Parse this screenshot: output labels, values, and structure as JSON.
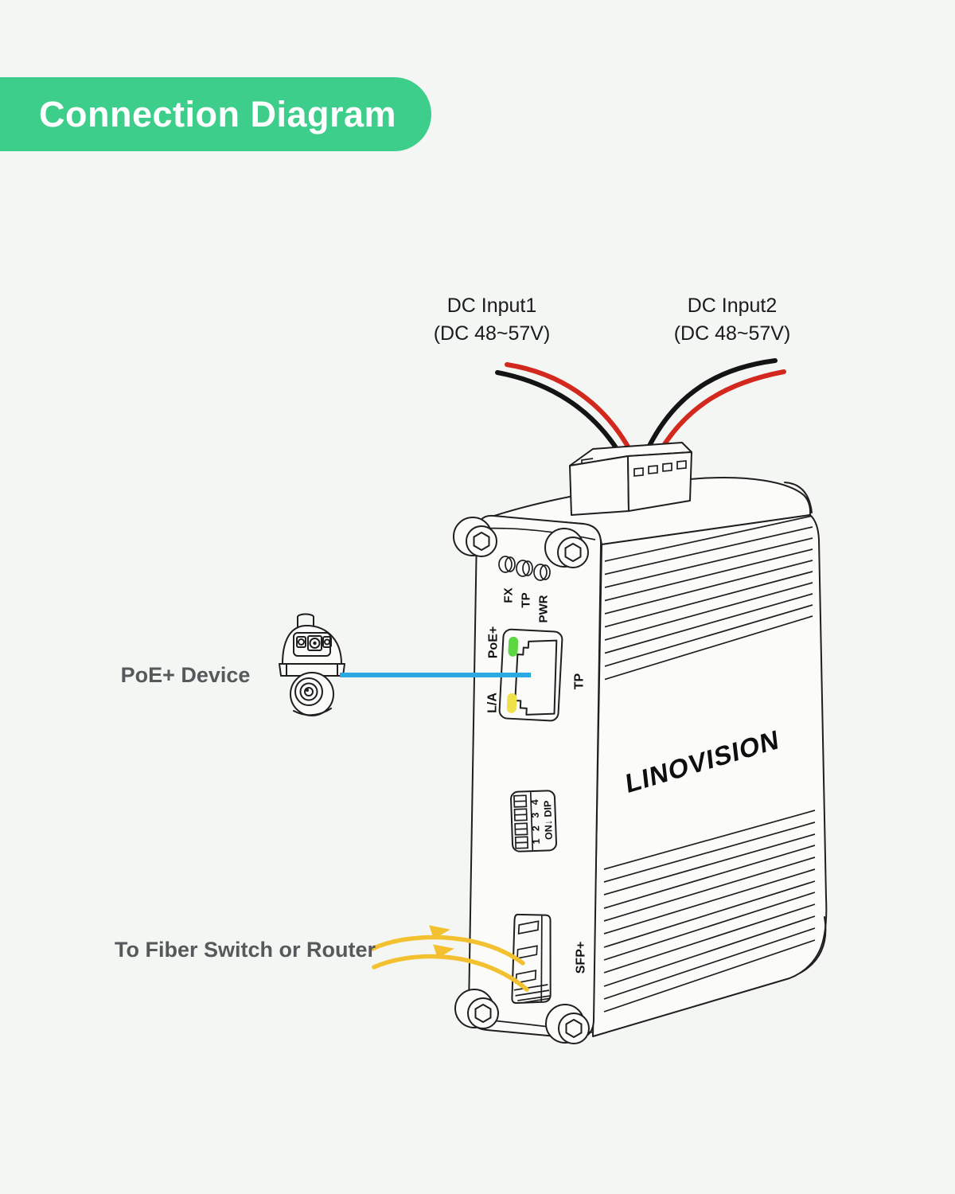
{
  "banner": {
    "title": "Connection Diagram"
  },
  "annotations": {
    "dc_input1": {
      "line1": "DC Input1",
      "line2": "(DC 48~57V)"
    },
    "dc_input2": {
      "line1": "DC Input2",
      "line2": "(DC 48~57V)"
    },
    "poe_device_label": "PoE+ Device",
    "fiber_label": "To Fiber Switch or Router"
  },
  "device": {
    "brand": "LINOVISION",
    "leds": [
      {
        "label": "FX"
      },
      {
        "label": "TP"
      },
      {
        "label": "PWR"
      }
    ],
    "rj45": {
      "top_label": "PoE+",
      "bottom_label": "L/A",
      "port_label": "TP"
    },
    "dip": {
      "numbers": "1 2 3 4",
      "mode": "ON↓ DIP"
    },
    "sfp": {
      "port_label": "SFP+"
    }
  },
  "icons": [
    "ptz-camera-icon",
    "hex-screw-icon",
    "led-indicator-icon",
    "rj45-port-icon",
    "dip-switch-icon",
    "sfp-cage-icon"
  ],
  "colors": {
    "banner_green": "#3ECE8C",
    "wire_red": "#D3281E",
    "wire_black": "#141414",
    "ethernet_blue": "#2BA9E2",
    "fiber_yellow": "#F3C12F",
    "led_green": "#5BD741",
    "led_amber": "#F0E04A",
    "line_ink": "#1F1F1F",
    "label_gray": "#57585B",
    "text_dark": "#1B1B1D",
    "background": "#F4F6F4"
  }
}
